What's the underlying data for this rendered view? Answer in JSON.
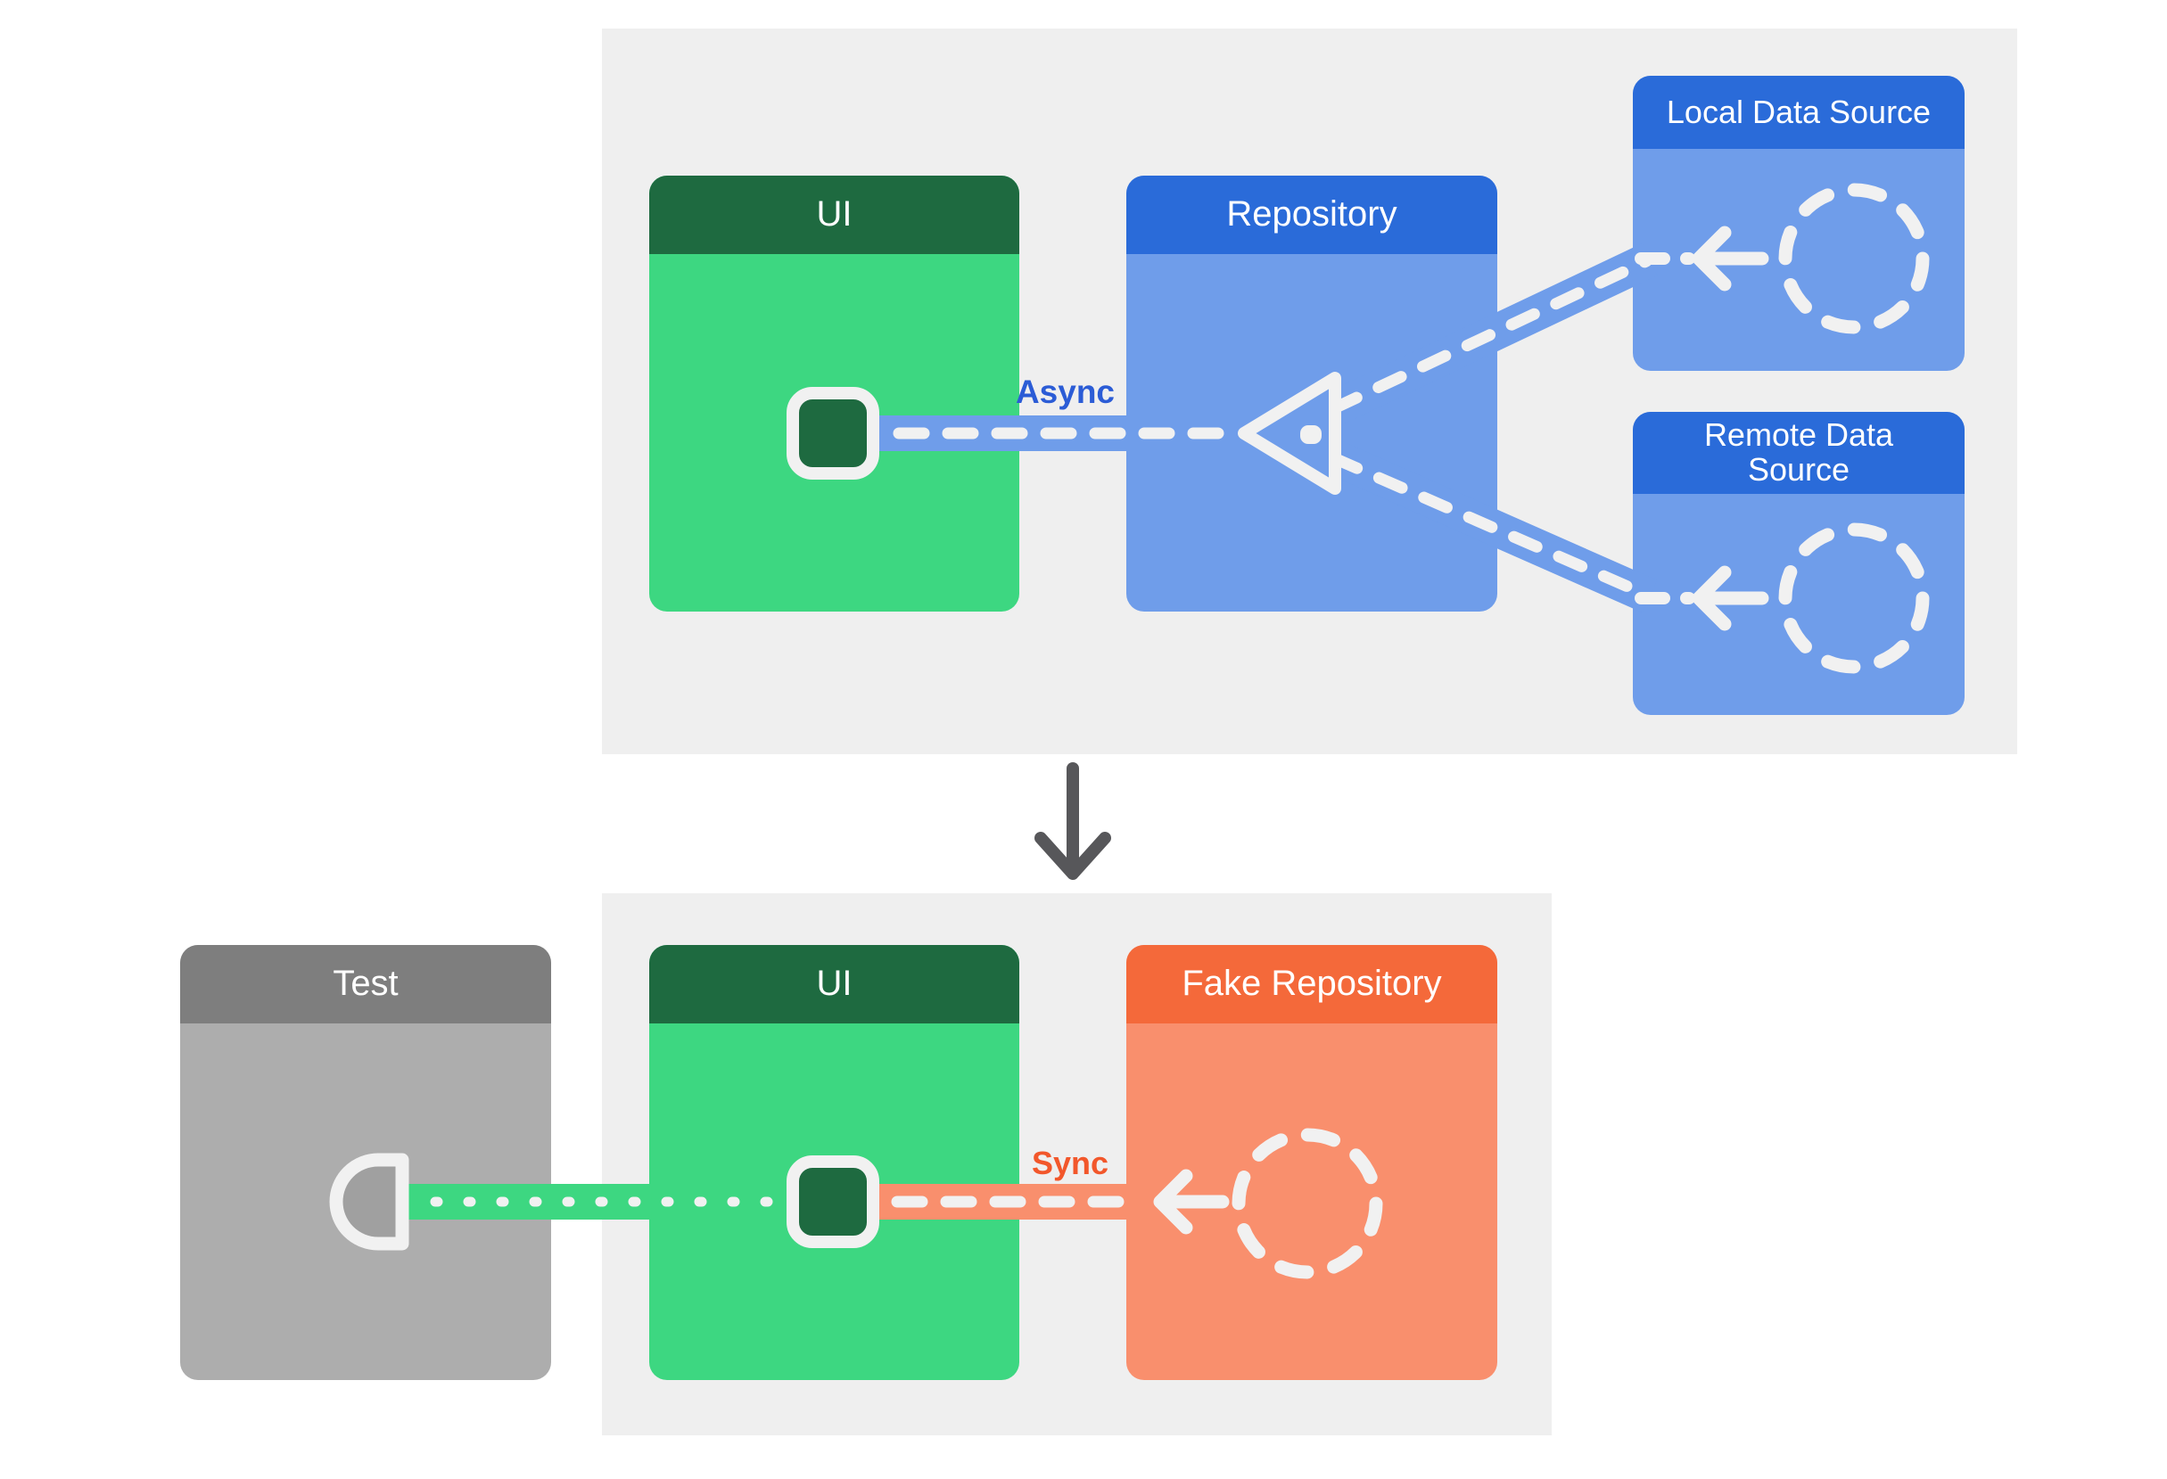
{
  "colors": {
    "page_bg": "#FFFFFF",
    "panel_bg": "#EFEFEF",
    "green_header": "#1E6A40",
    "green_body": "#3DD781",
    "blue_header": "#2A6BD9",
    "blue_body": "#6F9DEA",
    "orange_header": "#F4693A",
    "orange_body": "#F98F6D",
    "gray_header": "#7E7E7E",
    "gray_body": "#ADADAD",
    "probe_fill": "#A0A0A0",
    "stroke_light": "#F1F1F1",
    "header_text": "#FFFFFF",
    "async_label": "#2B5CD6",
    "sync_label": "#F2572B",
    "down_arrow": "#57575A"
  },
  "top_diagram": {
    "ui_box": {
      "label": "UI"
    },
    "repository_box": {
      "label": "Repository"
    },
    "local_data_source_box": {
      "label": "Local Data Source"
    },
    "remote_data_source_box": {
      "label": "Remote Data Source"
    },
    "connection_label": "Async"
  },
  "bottom_diagram": {
    "test_box": {
      "label": "Test"
    },
    "ui_box": {
      "label": "UI"
    },
    "fake_repository_box": {
      "label": "Fake Repository"
    },
    "connection_label": "Sync"
  }
}
